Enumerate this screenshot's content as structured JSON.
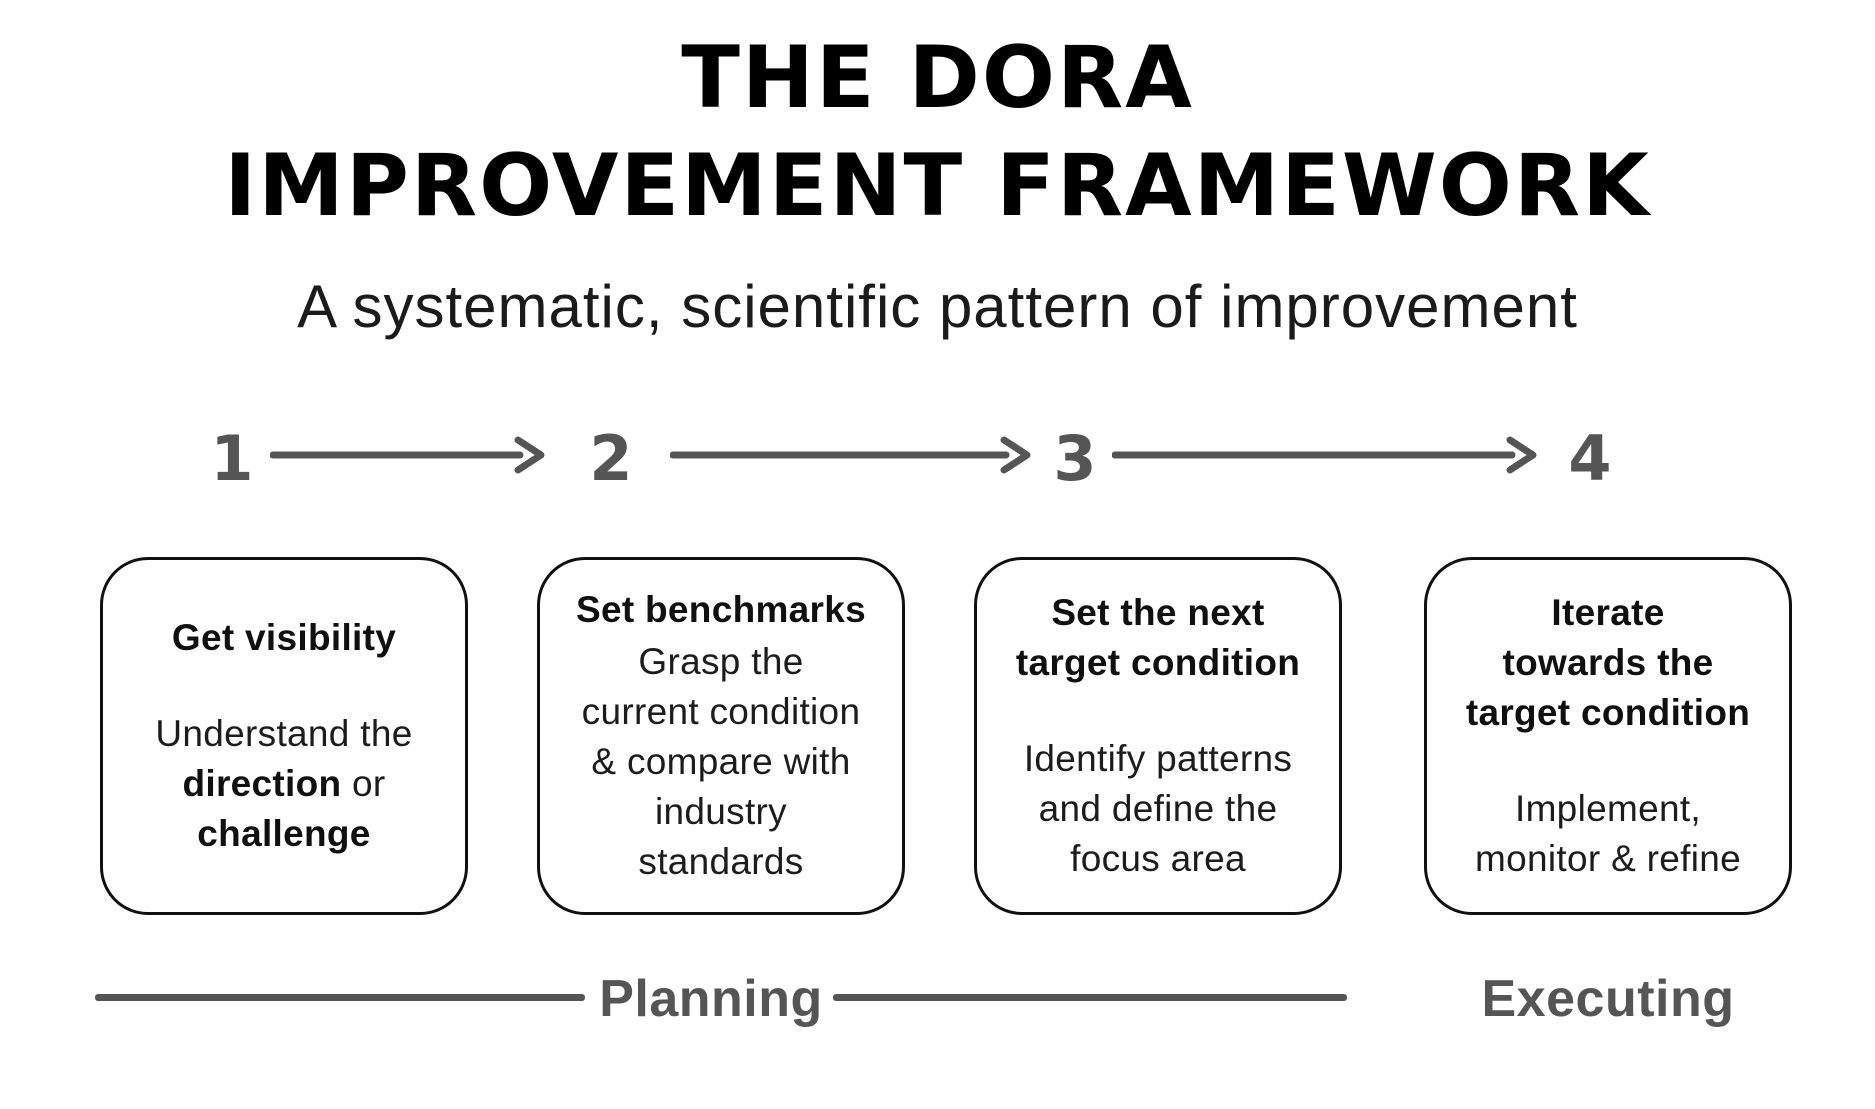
{
  "header": {
    "title_line1": "THE DORA",
    "title_line2": "IMPROVEMENT FRAMEWORK",
    "subtitle": "A systematic, scientific pattern of improvement"
  },
  "steps": [
    {
      "number": "1",
      "heading": "Get visibility",
      "body": [
        {
          "text": "Understand the\n",
          "bold": false
        },
        {
          "text": "direction",
          "bold": true
        },
        {
          "text": " or\n",
          "bold": false
        },
        {
          "text": "challenge",
          "bold": true
        }
      ]
    },
    {
      "number": "2",
      "heading": "Set benchmarks",
      "body": [
        {
          "text": "Grasp the\ncurrent condition\n& compare with\nindustry\nstandards",
          "bold": false
        }
      ]
    },
    {
      "number": "3",
      "heading": "Set the next\ntarget condition",
      "body": [
        {
          "text": "Identify patterns\nand define the\nfocus area",
          "bold": false
        }
      ]
    },
    {
      "number": "4",
      "heading": "Iterate\ntowards the\ntarget condition",
      "body": [
        {
          "text": "Implement,\nmonitor & refine",
          "bold": false
        }
      ]
    }
  ],
  "phases": [
    {
      "label": "Planning"
    },
    {
      "label": "Executing"
    }
  ],
  "colors": {
    "background": "#ffffff",
    "title_text": "#000000",
    "body_text": "#1c1c1c",
    "box_border": "#101010",
    "accent_gray": "#555555"
  }
}
